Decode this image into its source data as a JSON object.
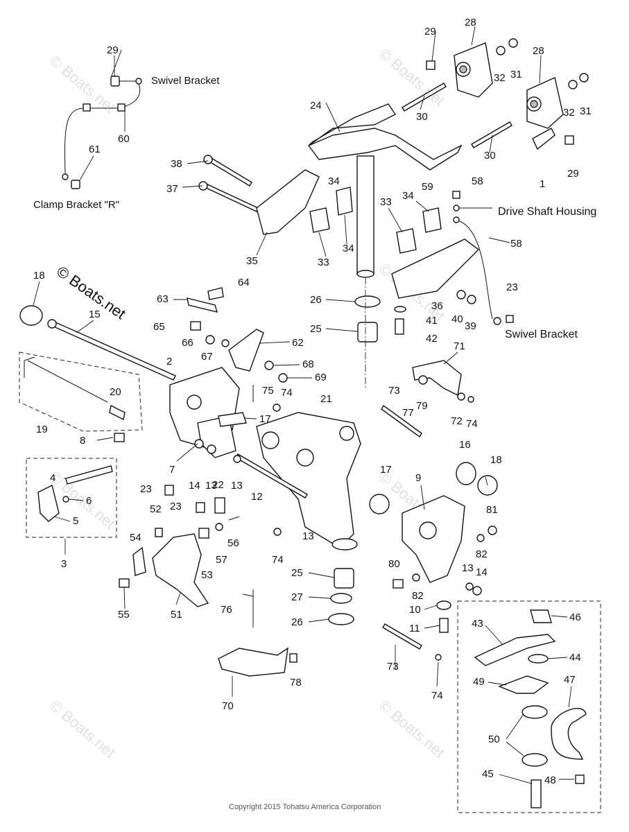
{
  "labels": {
    "swivel_bracket_top": "Swivel Bracket",
    "clamp_bracket_r": "Clamp Bracket \"R\"",
    "drive_shaft_housing": "Drive Shaft Housing",
    "swivel_bracket_right": "Swivel Bracket"
  },
  "brand": "© Boats.net",
  "watermark": "© Boats.net",
  "copyright": "Copyright 2015 Tohatsu America Corporation",
  "callouts": {
    "n29a": "29",
    "n60": "60",
    "n61": "61",
    "n29b": "29",
    "n28a": "28",
    "n32a": "32",
    "n31a": "31",
    "n28b": "28",
    "n32b": "32",
    "n31b": "31",
    "n29c": "29",
    "n1": "1",
    "n24": "24",
    "n30a": "30",
    "n30b": "30",
    "n38": "38",
    "n37": "37",
    "n35": "35",
    "n59": "59",
    "n58a": "58",
    "n58b": "58",
    "n34a": "34",
    "n34b": "34",
    "n33a": "33",
    "n33b": "33",
    "n18a": "18",
    "n15": "15",
    "n64": "64",
    "n63": "63",
    "n26a": "26",
    "n36": "36",
    "n40": "40",
    "n39": "39",
    "n41": "41",
    "n23a": "23",
    "n25a": "25",
    "n42": "42",
    "n65": "65",
    "n66": "66",
    "n67": "67",
    "n62": "62",
    "n71": "71",
    "n2": "2",
    "n68": "68",
    "n69": "69",
    "n19": "19",
    "n20": "20",
    "n75": "75",
    "n74a": "74",
    "n21": "21",
    "n73a": "73",
    "n77": "77",
    "n79": "79",
    "n72": "72",
    "n74b": "74",
    "n8": "8",
    "n17a": "17",
    "n7": "7",
    "n16": "16",
    "n18b": "18",
    "n4": "4",
    "n14a": "14",
    "n13a": "13",
    "n13b": "13",
    "n22": "22",
    "n17b": "17",
    "n9": "9",
    "n6": "6",
    "n12": "12",
    "n23b": "23",
    "n23c": "23",
    "n5": "5",
    "n52": "52",
    "n81": "81",
    "n13c": "13",
    "n54": "54",
    "n56": "56",
    "n57": "57",
    "n82a": "82",
    "n3": "3",
    "n74c": "74",
    "n53": "53",
    "n80": "80",
    "n25b": "25",
    "n13d": "13",
    "n14b": "14",
    "n82b": "82",
    "n55": "55",
    "n51": "51",
    "n27": "27",
    "n10": "10",
    "n76": "76",
    "n26b": "26",
    "n11": "11",
    "n46": "46",
    "n43": "43",
    "n44": "44",
    "n73b": "73",
    "n47": "47",
    "n49": "49",
    "n78": "78",
    "n74d": "74",
    "n70": "70",
    "n50": "50",
    "n45": "45",
    "n48": "48"
  }
}
